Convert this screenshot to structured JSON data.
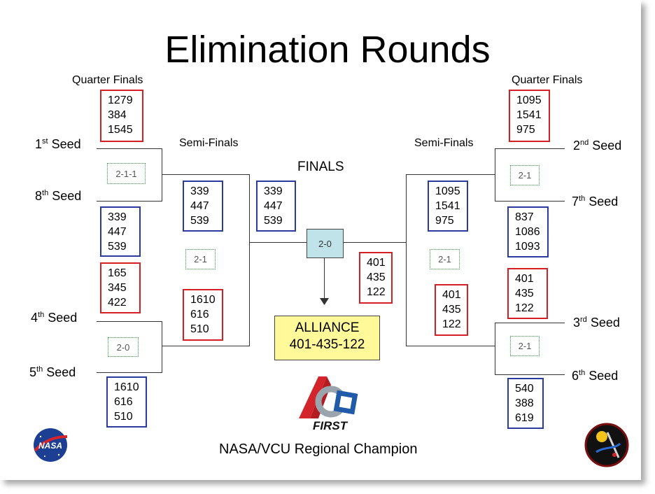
{
  "title": "Elimination Rounds",
  "labels": {
    "quarter_finals_left": "Quarter Finals",
    "quarter_finals_right": "Quarter Finals",
    "semi_finals_left": "Semi-Finals",
    "semi_finals_right": "Semi-Finals",
    "finals": "FINALS"
  },
  "seeds": {
    "s1": {
      "num": "1",
      "suffix": "st",
      "word": "Seed"
    },
    "s8": {
      "num": "8",
      "suffix": "th",
      "word": "Seed"
    },
    "s4": {
      "num": "4",
      "suffix": "th",
      "word": "Seed"
    },
    "s5": {
      "num": "5",
      "suffix": "th",
      "word": "Seed"
    },
    "s2": {
      "num": "2",
      "suffix": "nd",
      "word": "Seed"
    },
    "s7": {
      "num": "7",
      "suffix": "th",
      "word": "Seed"
    },
    "s3": {
      "num": "3",
      "suffix": "rd",
      "word": "Seed"
    },
    "s6": {
      "num": "6",
      "suffix": "th",
      "word": "Seed"
    }
  },
  "alliances": {
    "qf_left_1": [
      "1279",
      "384",
      "1545"
    ],
    "qf_left_8": [
      "339",
      "447",
      "539"
    ],
    "qf_left_4": [
      "165",
      "345",
      "422"
    ],
    "qf_left_5": [
      "1610",
      "616",
      "510"
    ],
    "qf_right_2": [
      "1095",
      "1541",
      "975"
    ],
    "qf_right_7": [
      "837",
      "1086",
      "1093"
    ],
    "qf_right_3": [
      "401",
      "435",
      "122"
    ],
    "qf_right_6": [
      "540",
      "388",
      "619"
    ],
    "sf_left_top": [
      "339",
      "447",
      "539"
    ],
    "sf_left_bottom": [
      "1610",
      "616",
      "510"
    ],
    "sf_right_top": [
      "1095",
      "1541",
      "975"
    ],
    "sf_right_bottom": [
      "401",
      "435",
      "122"
    ],
    "final_left": [
      "339",
      "447",
      "539"
    ],
    "final_right": [
      "401",
      "435",
      "122"
    ]
  },
  "scores": {
    "qf_left_top": "2-1-1",
    "qf_left_bottom": "2-0",
    "qf_right_top": "2-1",
    "qf_right_bottom": "2-1",
    "sf_left": "2-1",
    "sf_right": "2-1",
    "finals": "2-0"
  },
  "champion": {
    "line1": "ALLIANCE",
    "line2": "401-435-122"
  },
  "footer": "NASA/VCU Regional Champion",
  "logos": {
    "nasa": "NASA",
    "first": "FIRST"
  }
}
